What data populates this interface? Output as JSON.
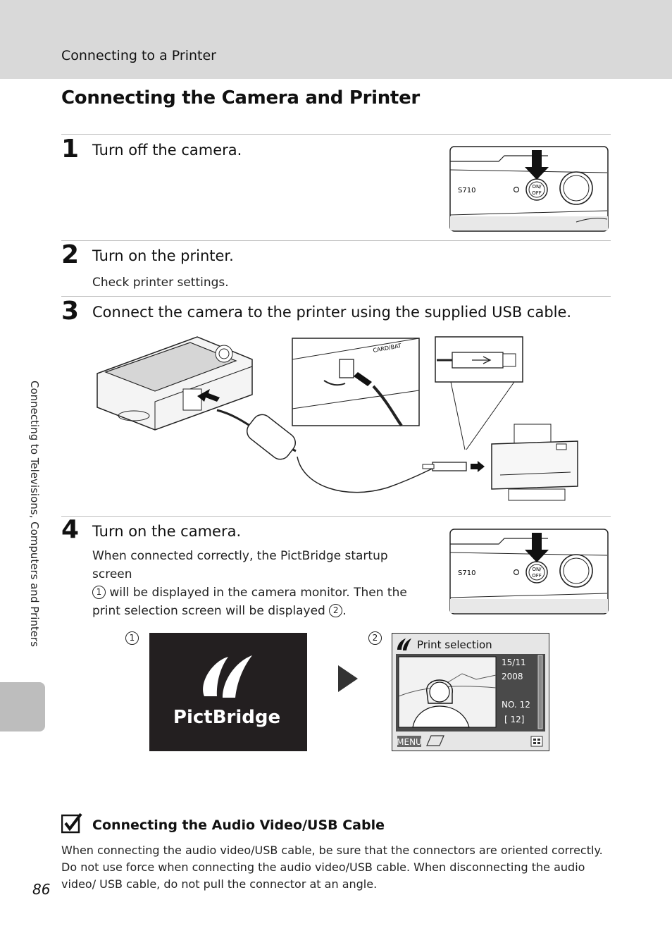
{
  "header": {
    "running_head": "Connecting to a Printer"
  },
  "page_title": "Connecting the Camera and Printer",
  "steps": [
    {
      "number": "1",
      "title": "Turn off the camera."
    },
    {
      "number": "2",
      "title": "Turn on the printer.",
      "body": "Check printer settings."
    },
    {
      "number": "3",
      "title": "Connect the camera to the printer using the supplied USB cable."
    },
    {
      "number": "4",
      "title": "Turn on the camera.",
      "body_lines": [
        "When connected correctly, the PictBridge startup screen",
        " will be displayed in the camera monitor. Then the",
        "print selection screen will be displayed "
      ],
      "marker_1": "1",
      "marker_2": "2",
      "trailing_period": "."
    }
  ],
  "figure_camera_top": {
    "model_label": "S710",
    "button_label_line1": "ON/",
    "button_label_line2": "OFF"
  },
  "figure_usb": {
    "port_label": "CARD/BAT"
  },
  "screens": {
    "marker_1": "1",
    "marker_2": "2",
    "pictbridge_logo": "PictBridge",
    "print_selection": {
      "title": "Print selection",
      "date_line1": "15/11",
      "date_line2": "2008",
      "number": "NO. 12",
      "count": "[    12]",
      "menu_label": "MENU"
    }
  },
  "sidebar_label": "Connecting to Televisions, Computers and Printers",
  "note": {
    "title": "Connecting the Audio Video/USB Cable",
    "body": "When connecting the audio video/USB cable, be sure that the connectors are oriented correctly. Do not use force when connecting the audio video/USB cable. When disconnecting the audio video/ USB cable, do not pull the connector at an angle."
  },
  "page_number": "86"
}
